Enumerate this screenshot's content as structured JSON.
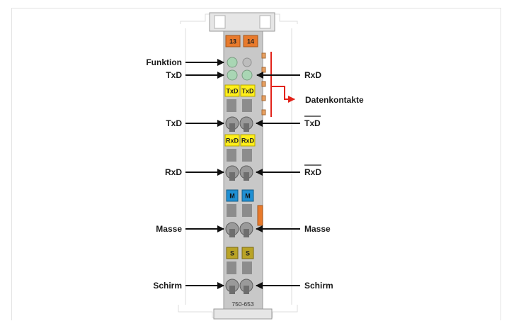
{
  "diagram": {
    "module_labels": {
      "top_left": "13",
      "top_right": "14",
      "txd_left": "TxD",
      "txd_right": "TxD",
      "rxd_left": "RxD",
      "rxd_right": "RxD",
      "m_left": "M",
      "m_right": "M",
      "s_left": "S",
      "s_right": "S",
      "model": "750-653"
    },
    "callouts": {
      "funktion": "Funktion",
      "txd_led": "TxD",
      "rxd_led": "RxD",
      "datenkontakte": "Datenkontakte",
      "txd_left": "TxD",
      "txd_bar_right": "TxD",
      "rxd_left": "RxD",
      "rxd_bar_right": "RxD",
      "masse_left": "Masse",
      "masse_right": "Masse",
      "schirm_left": "Schirm",
      "schirm_right": "Schirm"
    },
    "colors": {
      "orange": "#e87a2c",
      "yellow": "#ffef1a",
      "blue": "#1f8fd3",
      "olive": "#b9a326",
      "led": "#a9d6b4",
      "module": "#c8c8c8",
      "red": "#e2231a"
    }
  }
}
